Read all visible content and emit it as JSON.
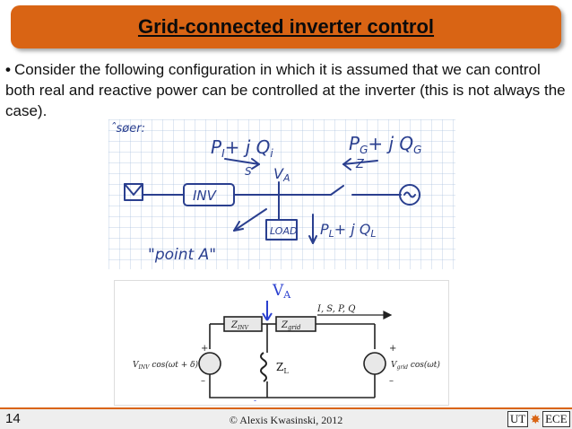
{
  "slide": {
    "title": "Grid-connected inverter control",
    "bullet_marker": "•",
    "bullet_text": "Consider the following configuration in which it is assumed that we can control both real and reactive power can be controlled at the inverter (this is not always the case).",
    "slide_number": "14",
    "copyright": "© Alexis Kwasinski, 2012",
    "logo_left": "UT",
    "logo_right": "ECE"
  },
  "sketch": {
    "corner_note": "ˆsøer:",
    "p_inv_label": "P",
    "p_inv_sub": "I",
    "p_inv_rest": "+ j Q",
    "p_inv_q_sub": "i",
    "p_grid_label": "P",
    "p_grid_sub": "G",
    "p_grid_rest": "+ j Q",
    "p_grid_q_sub": "G",
    "va_label": "V",
    "va_sub": "A",
    "inv_box": "INV",
    "load_box": "LOAD",
    "load_power": "P",
    "load_power_sub": "L",
    "load_power_rest": "+ j Q",
    "load_power_q_sub": "L",
    "point_a": "\"point A\"",
    "arrow_s": "S",
    "arrow_z": "Z"
  },
  "circuit": {
    "va_annotation": "V",
    "va_annotation_sub": "A",
    "z_inv": "Z",
    "z_inv_sub": "INV",
    "z_grid": "Z",
    "z_grid_sub": "grid",
    "quantities": "I, S, P, Q",
    "v_inv": "V",
    "v_inv_sub": "INV",
    "v_inv_rest": " cos(ωt + δ)",
    "v_grid": "V",
    "v_grid_sub": "grid",
    "v_grid_rest": " cos(ωt)",
    "zl_label": "Z",
    "zl_sub": "L",
    "plus": "+",
    "minus": "–",
    "dash": "-"
  }
}
